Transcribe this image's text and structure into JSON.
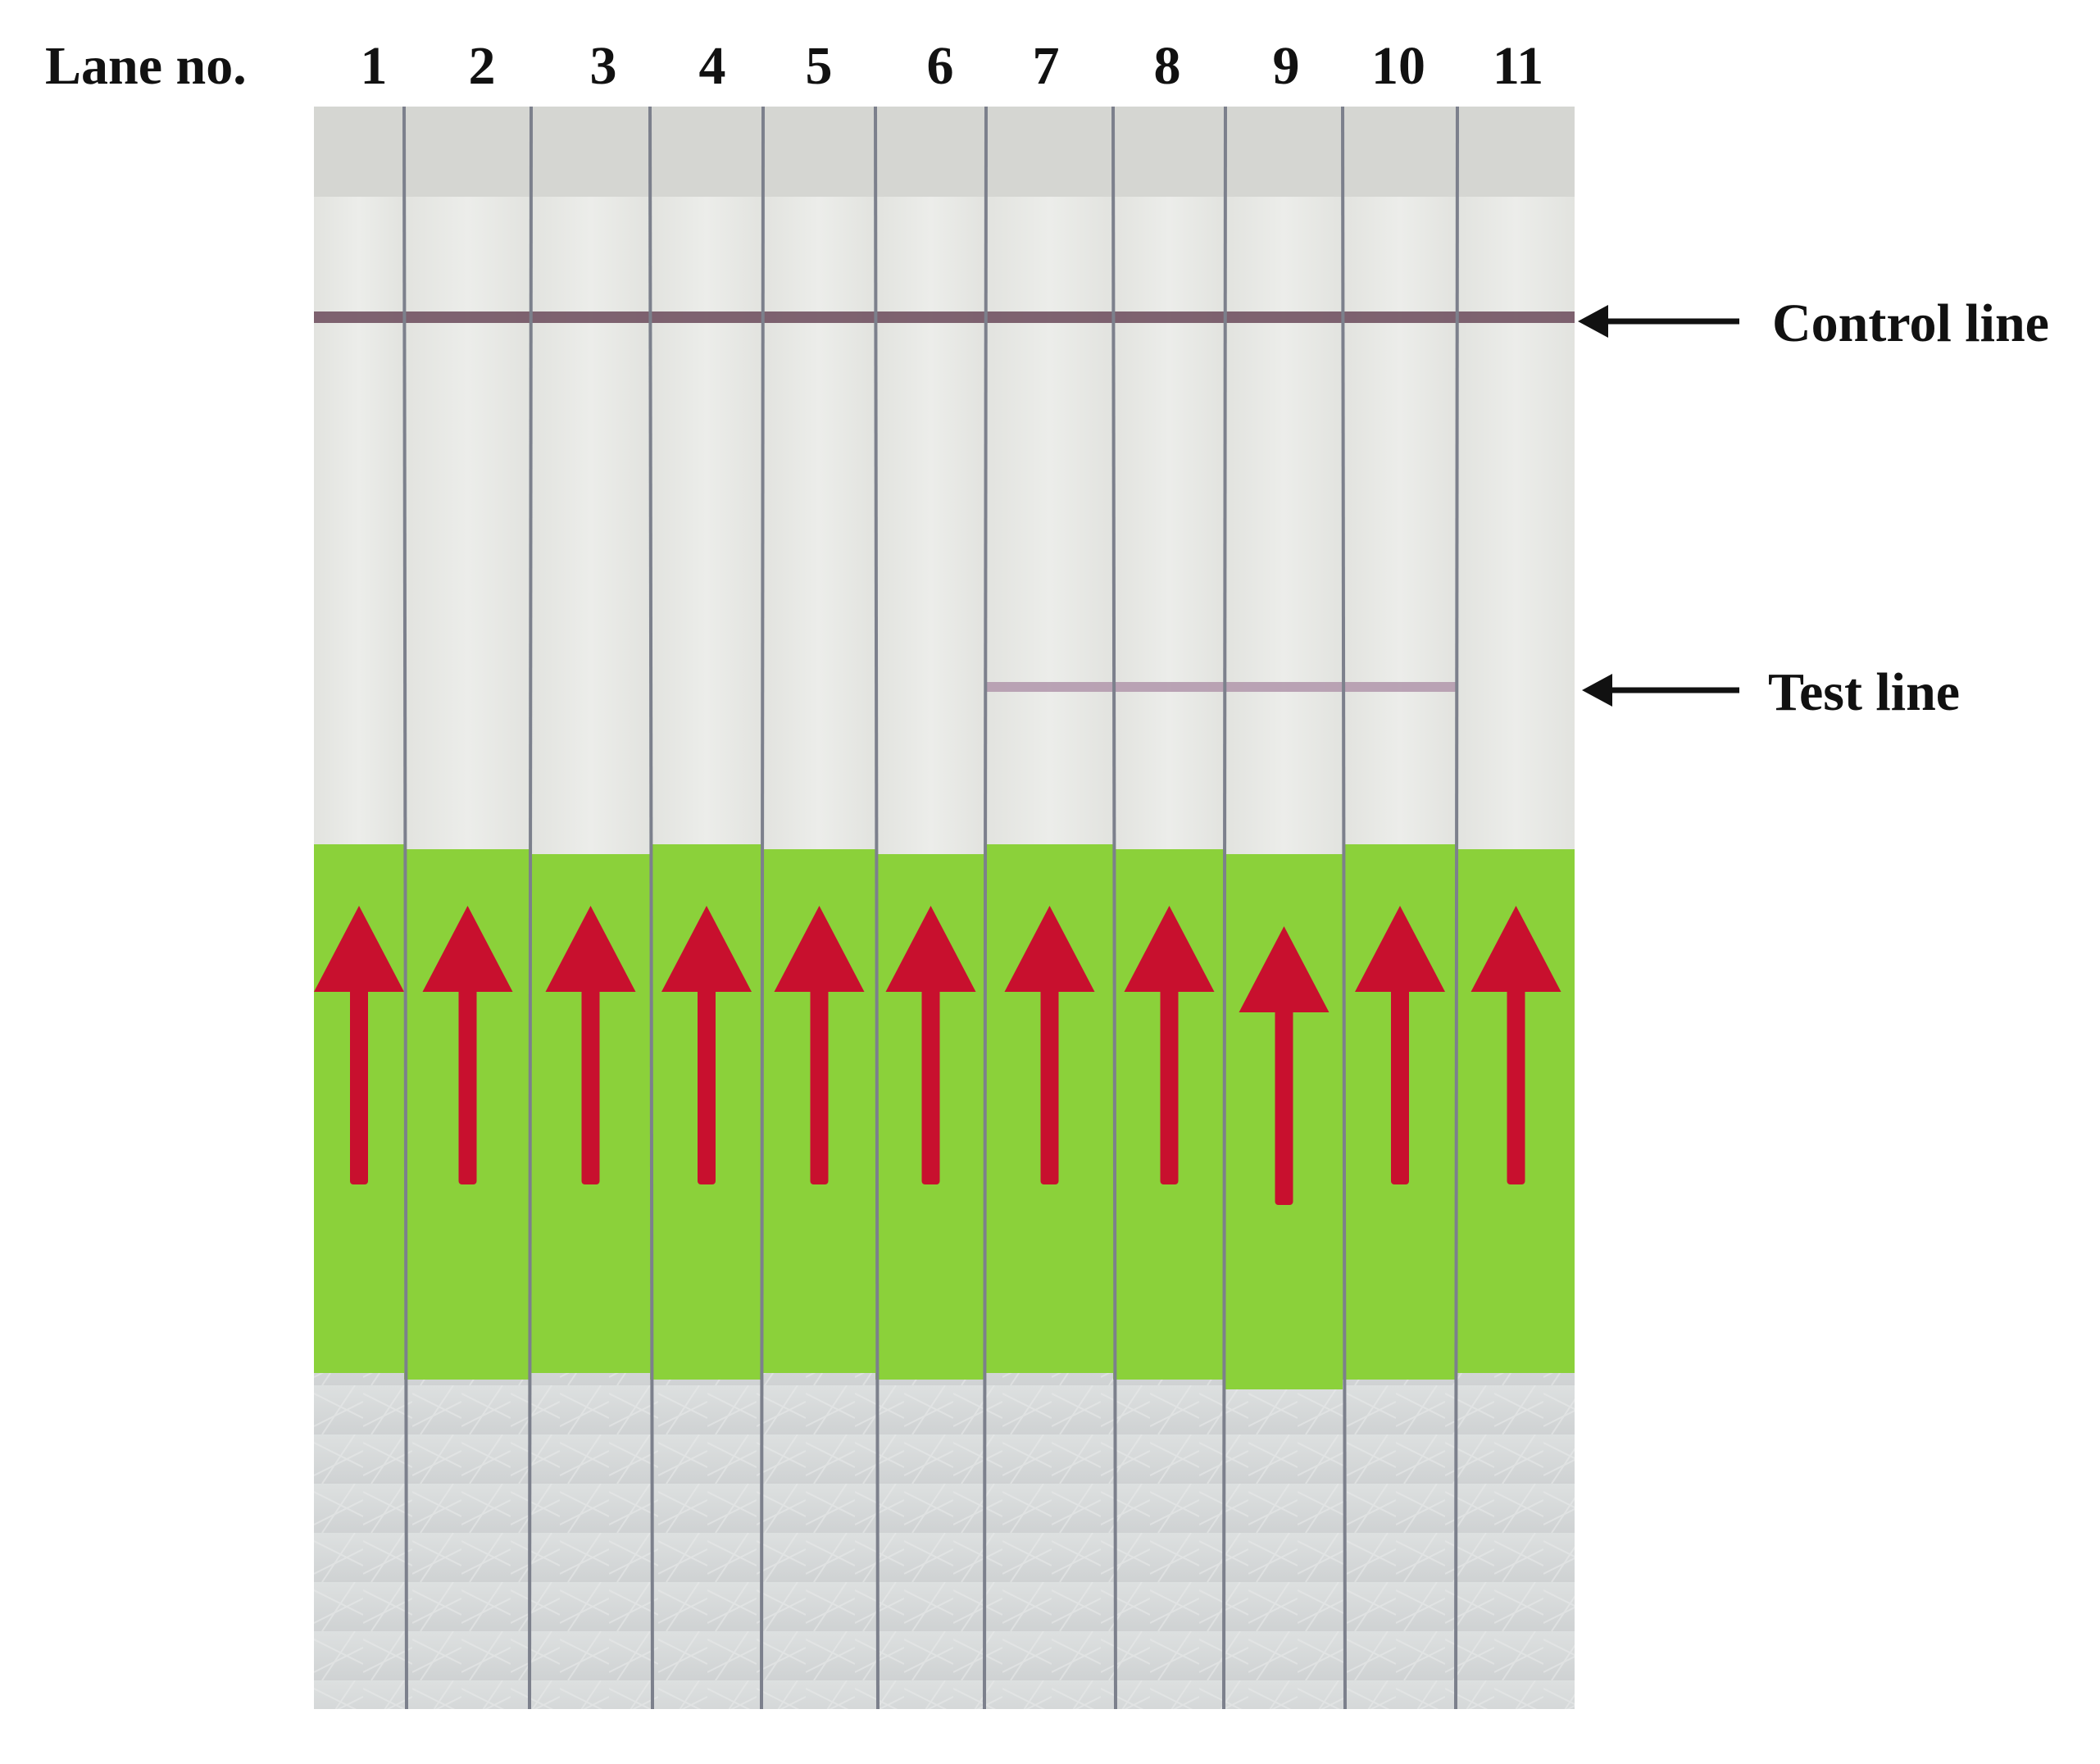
{
  "header": {
    "lane_label": "Lane no.",
    "lanes": [
      "1",
      "2",
      "3",
      "4",
      "5",
      "6",
      "7",
      "8",
      "9",
      "10",
      "11"
    ]
  },
  "annotations": {
    "control_line": "Control line",
    "test_line": "Test line"
  },
  "strips": {
    "count": 11,
    "control_line_visible": [
      true,
      true,
      true,
      true,
      true,
      true,
      true,
      true,
      true,
      true,
      true
    ],
    "test_line_visible": [
      false,
      false,
      false,
      false,
      false,
      false,
      true,
      true,
      true,
      true,
      false
    ]
  },
  "colors": {
    "strip_background": "#e6e6e2",
    "nitrocellulose": "#ecedea",
    "control_line": "#6b4a5a",
    "test_line": "#b49aae",
    "sample_pad_green": "#8bd13a",
    "arrow_red": "#c8102e",
    "absorbent_pad": "#d6d8d8",
    "strip_divider": "#7c808c"
  },
  "icons": {
    "arrow": "left-arrow-icon",
    "strip_arrow": "up-arrow-icon"
  }
}
